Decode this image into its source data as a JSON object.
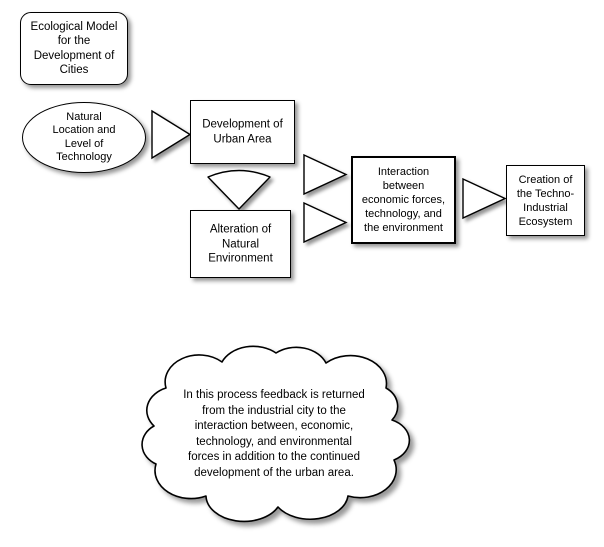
{
  "diagram": {
    "title_node": {
      "id": "ecological-model-title",
      "label": "Ecological Model\nfor the\nDevelopment of\nCities",
      "shape": "rounded-rectangle"
    },
    "nodes": [
      {
        "id": "natural-location",
        "label": "Natural\nLocation and\nLevel of\nTechnology",
        "shape": "ellipse"
      },
      {
        "id": "development-urban-area",
        "label": "Development of\nUrban Area",
        "shape": "rectangle"
      },
      {
        "id": "alteration-natural-environment",
        "label": "Alteration of\nNatural\nEnvironment",
        "shape": "rectangle"
      },
      {
        "id": "interaction-forces",
        "label": "Interaction\nbetween\neconomic forces,\ntechnology, and\nthe environment",
        "shape": "rectangle-bold"
      },
      {
        "id": "techno-industrial-ecosystem",
        "label": "Creation of\nthe Techno-\nIndustrial\nEcosystem",
        "shape": "rectangle"
      }
    ],
    "connectors": [
      {
        "id": "arrow-location-to-development",
        "direction": "right"
      },
      {
        "id": "arrow-development-to-alteration",
        "direction": "down"
      },
      {
        "id": "arrow-development-to-interaction",
        "direction": "right"
      },
      {
        "id": "arrow-alteration-to-interaction",
        "direction": "right"
      },
      {
        "id": "arrow-interaction-to-ecosystem",
        "direction": "right"
      }
    ],
    "note": {
      "id": "feedback-note",
      "shape": "cloud",
      "label": "In this process feedback is returned\nfrom the industrial city to the\ninteraction between, economic,\ntechnology, and environmental\nforces in addition to the continued\ndevelopment of the urban area."
    }
  },
  "style": {
    "background": "#ffffff",
    "stroke": "#000000",
    "fill": "#ffffff",
    "text_color": "#000000"
  }
}
